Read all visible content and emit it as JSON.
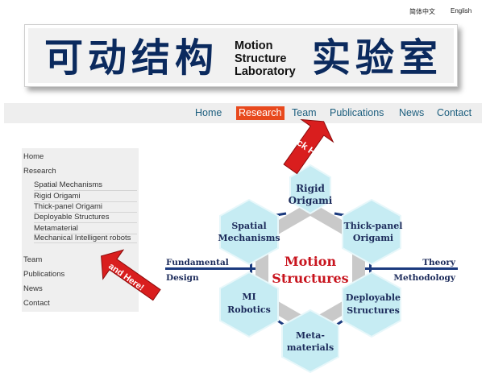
{
  "lang": {
    "zh": "简体中文",
    "en": "English"
  },
  "banner": {
    "cn_left": "可动结构",
    "en_line1": "Motion",
    "en_line2": "Structure",
    "en_line3": "Laboratory",
    "cn_right": "实验室"
  },
  "nav": {
    "home": "Home",
    "research": "Research",
    "team": "Team",
    "publications": "Publications",
    "news": "News",
    "contact": "Contact"
  },
  "sidebar": {
    "home": "Home",
    "research": "Research",
    "subitems": [
      "Spatial Mechanisms",
      "Rigid Origami",
      "Thick-panel Origami",
      "Deployable Structures",
      "Metamaterial",
      "Mechanical Intelligent robots"
    ],
    "team": "Team",
    "publications": "Publications",
    "news": "News",
    "contact": "Contact"
  },
  "arrows": {
    "click_here": "Click Here!",
    "and_here": "and Here!"
  },
  "diagram": {
    "center_line1": "Motion",
    "center_line2": "Structures",
    "left_line1": "Fundamental",
    "left_line2": "Design",
    "right_line1": "Theory",
    "right_line2": "Methodology",
    "hex_rigid": [
      "Rigid",
      "Origami"
    ],
    "hex_spatial": [
      "Spatial",
      "Mechanisms"
    ],
    "hex_thick": [
      "Thick-panel",
      "Origami"
    ],
    "hex_mi": [
      "MI",
      "Robotics"
    ],
    "hex_deploy": [
      "Deployable",
      "Structures"
    ],
    "hex_meta": [
      "Meta-",
      "materials"
    ]
  },
  "colors": {
    "accent": "#e8491d",
    "nav_text": "#1c5e7e",
    "navy": "#0b2a5e",
    "center_red": "#c8141e",
    "hex_fill": "#c6ecf3"
  }
}
